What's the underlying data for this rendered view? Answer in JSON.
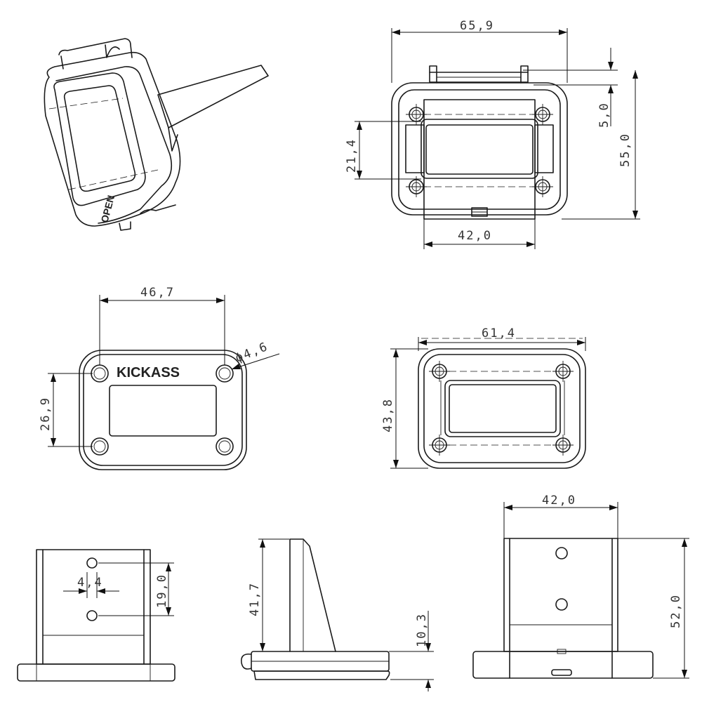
{
  "labels": {
    "logo": "KICKASS",
    "flap_text": "OPEN"
  },
  "dimensions": {
    "top_width": "65,9",
    "flap_height": "5,0",
    "overall_height": "55,0",
    "window_height": "21,4",
    "bottom_width": "42,0",
    "plate_width": "46,7",
    "hole_diameter": "ϕ4,6",
    "hole_spacing_v": "26,9",
    "rear_width": "61,4",
    "rear_height": "43,8",
    "hole_offset": "4,4",
    "hole_pitch": "19,0",
    "side_height": "41,7",
    "flange_height": "10,3",
    "right_width": "42,0",
    "right_height": "52,0"
  }
}
